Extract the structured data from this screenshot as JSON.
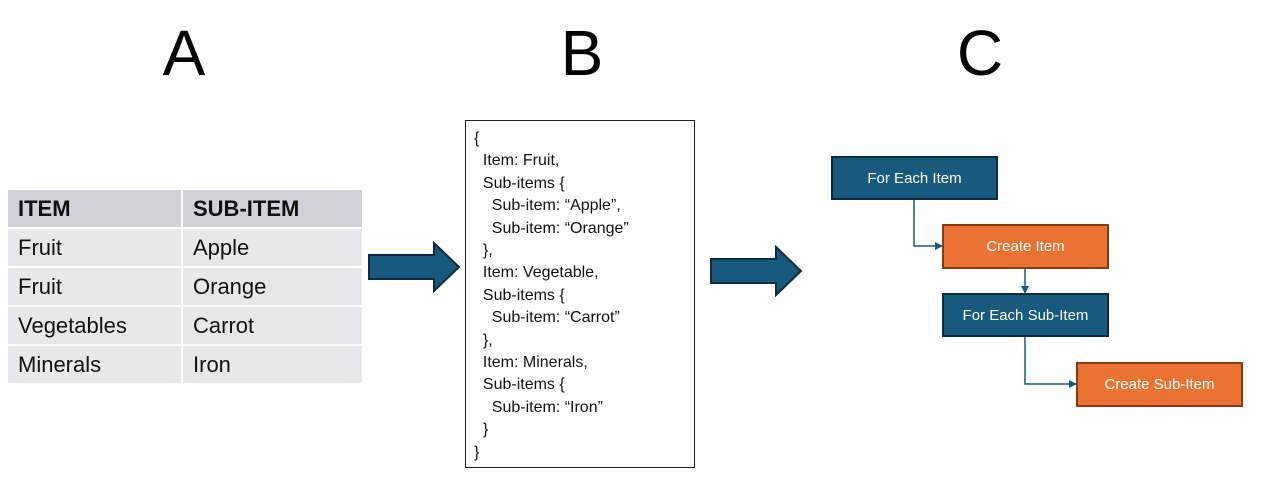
{
  "labels": {
    "a": "A",
    "b": "B",
    "c": "C"
  },
  "table": {
    "headers": [
      "ITEM",
      "SUB-ITEM"
    ],
    "rows": [
      [
        "Fruit",
        "Apple"
      ],
      [
        "Fruit",
        "Orange"
      ],
      [
        "Vegetables",
        "Carrot"
      ],
      [
        "Minerals",
        "Iron"
      ]
    ]
  },
  "json_lines": [
    "{",
    "  Item: Fruit,",
    "  Sub-items {",
    "    Sub-item: “Apple”,",
    "    Sub-item: “Orange”",
    "  },",
    "  Item: Vegetable,",
    "  Sub-items {",
    "    Sub-item: “Carrot”",
    "  },",
    "  Item: Minerals,",
    "  Sub-items {",
    "    Sub-item: “Iron”",
    "  }",
    "}"
  ],
  "flow": {
    "for_each_item": "For Each Item",
    "create_item": "Create Item",
    "for_each_sub_item": "For Each Sub-Item",
    "create_sub_item": "Create Sub-Item"
  },
  "colors": {
    "blue": "#175a7e",
    "orange": "#ea7232",
    "table_header": "#cfd3d9",
    "table_cell": "#e6e8ec"
  }
}
